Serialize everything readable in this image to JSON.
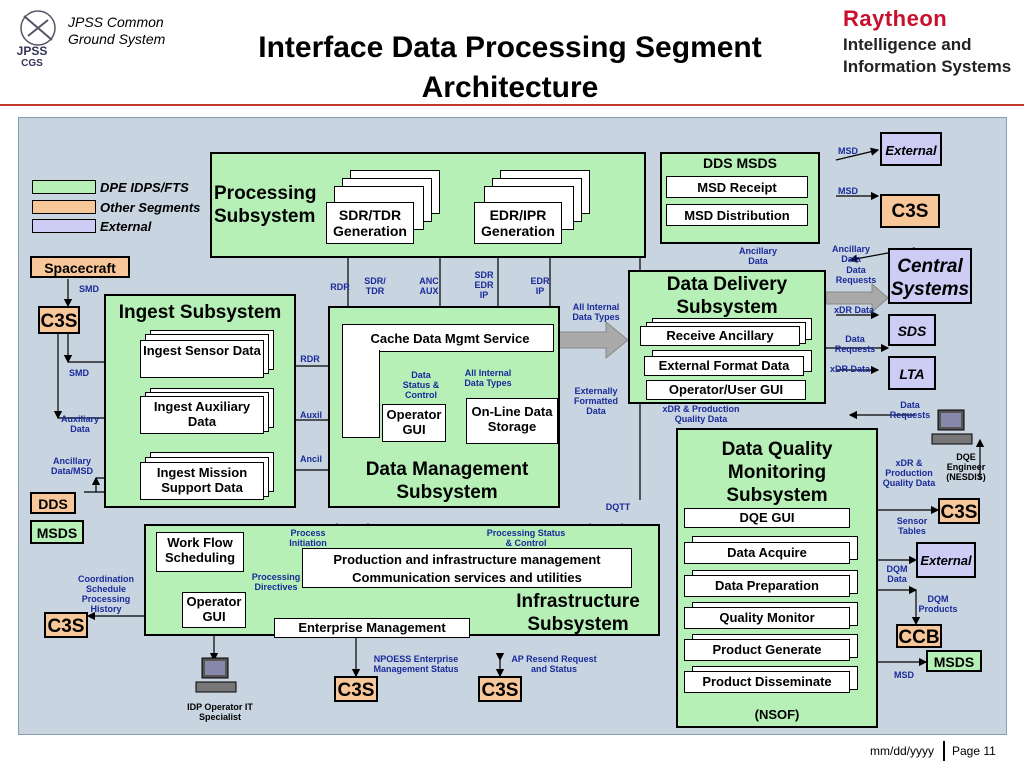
{
  "header": {
    "logo_line1": "JPSS Common",
    "logo_line2": "Ground System",
    "logo_mark": "JPSS",
    "logo_sub": "CGS",
    "title_line1": "Interface Data Processing Segment",
    "title_line2": "Architecture",
    "brand": "Raytheon",
    "brand_line1": "Intelligence and",
    "brand_line2": "Information Systems"
  },
  "legend": {
    "dpe": "DPE IDPS/FTS",
    "other": "Other Segments",
    "external": "External"
  },
  "colors": {
    "dpe": "#b6f0b6",
    "other": "#f7c79a",
    "external": "#ccccf5",
    "accent_red": "#c8102e"
  },
  "boxes": {
    "processing": "Processing Subsystem",
    "sdr_tdr": "SDR/TDR Generation",
    "edr_ipr": "EDR/IPR Generation",
    "dds_msds": "DDS MSDS",
    "msd_receipt": "MSD Receipt",
    "msd_distribution": "MSD Distribution",
    "external_top": "External",
    "c3s_top": "C3S",
    "spacecraft": "Spacecraft",
    "c3s_left": "C3S",
    "ingest": "Ingest Subsystem",
    "ingest_sensor": "Ingest Sensor Data",
    "ingest_aux": "Ingest Auxiliary Data",
    "ingest_mission": "Ingest Mission Support Data",
    "cache": "Cache Data Mgmt Service",
    "operator_gui_dm": "Operator GUI",
    "online_storage": "On-Line Data Storage",
    "data_management": "Data Management Subsystem",
    "data_delivery": "Data Delivery Subsystem",
    "receive_ancillary": "Receive Ancillary",
    "external_format": "External Format Data",
    "operator_user_gui": "Operator/User GUI",
    "central_systems": "Central Systems",
    "sds": "SDS",
    "lta": "LTA",
    "dds": "DDS",
    "msds_left": "MSDS",
    "workflow": "Work Flow Scheduling",
    "operator_gui_inf": "Operator GUI",
    "production": "Production and infrastructure management",
    "communication": "Communication services and utilities",
    "infrastructure": "Infrastructure Subsystem",
    "enterprise": "Enterprise Management",
    "c3s_bottom_left": "C3S",
    "c3s_bottom_mid": "C3S",
    "c3s_bottom_right": "C3S",
    "dqm": "Data Quality Monitoring Subsystem",
    "dqe_gui": "DQE GUI",
    "data_acquire": "Data Acquire",
    "data_preparation": "Data Preparation",
    "quality_monitor": "Quality Monitor",
    "product_generate": "Product Generate",
    "product_disseminate": "Product Disseminate",
    "nsof": "(NSOF)",
    "c3s_right": "C3S",
    "external_right": "External",
    "ccb": "CCB",
    "msds_right": "MSDS"
  },
  "labels": {
    "msd1": "MSD",
    "msd2": "MSD",
    "smd": "SMD",
    "smd2": "SMD",
    "rdr1": "RDR",
    "rdr2": "RDR",
    "sdr_tdr": "SDR/ TDR",
    "anc_aux": "ANC AUX",
    "sdr_edr_ip": "SDR EDR IP",
    "edr_ip": "EDR IP",
    "all_internal": "All Internal Data Types",
    "all_internal2": "All Internal Data Types",
    "data_status": "Data Status & Control",
    "externally": "Externally Formatted Data",
    "ancillary_data1": "Ancillary Data",
    "ancillary_data2": "Ancillary Data",
    "data_requests1": "Data Requests",
    "xdr_data1": "xDR Data",
    "data_requests2": "Data Requests",
    "xdr_data2": "xDR Data",
    "xdr_production": "xDR & Production Quality Data",
    "data_requests3": "Data Requests",
    "dqe_engineer": "DQE Engineer (NESDIS)",
    "xdr_production2": "xDR & Production Quality Data",
    "auxiliary_data": "Auxiliary Data",
    "auxil": "Auxil",
    "ancillary_msd": "Ancillary Data/MSD",
    "ancil": "Ancil",
    "dqtt": "DQTT",
    "process_initiation": "Process Initiation",
    "processing_status": "Processing Status & Control",
    "processing_directives": "Processing Directives",
    "coordination": "Coordination Schedule Processing History",
    "npoess": "NPOESS Enterprise Management Status",
    "ap_resend": "AP Resend Request and Status",
    "idp_operator": "IDP Operator IT Specialist",
    "sensor_tables": "Sensor Tables",
    "dqm_data": "DQM Data",
    "dqm_products": "DQM Products",
    "msd_right": "MSD"
  },
  "footer": {
    "date": "mm/dd/yyyy",
    "page": "Page 11"
  }
}
